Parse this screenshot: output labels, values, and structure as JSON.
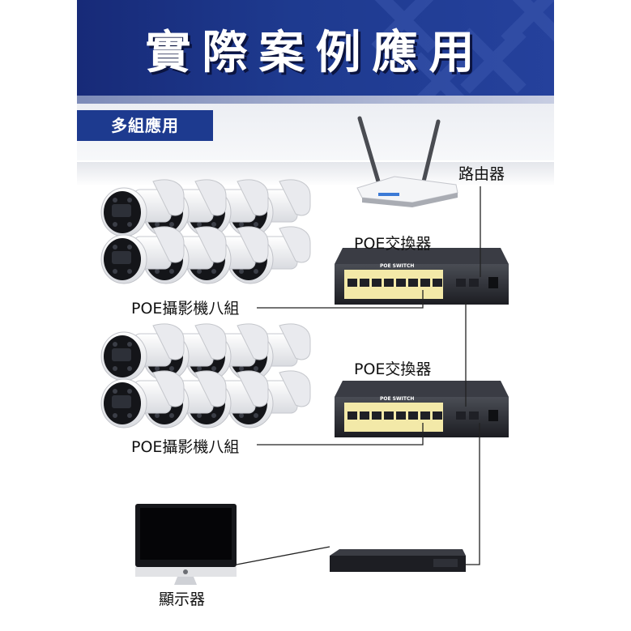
{
  "banner": {
    "title": "實際案例應用"
  },
  "section": {
    "tag": "多組應用"
  },
  "labels": {
    "router": "路由器",
    "switch_top": "POE交換器",
    "switch_bottom": "POE交換器",
    "cameras_top": "POE攝影機八組",
    "cameras_bottom": "POE攝影機八組",
    "monitor": "顯示器"
  },
  "devices": {
    "switch_brand": "POE SWITCH",
    "camera_count_per_group": 8
  },
  "colors": {
    "banner": "#1d3a8f",
    "accent": "#1d3a8f",
    "line": "#222222",
    "switch_ports": "#f3e9a8"
  },
  "icons": [
    "router-icon",
    "poe-switch-icon",
    "camera-icon",
    "monitor-icon",
    "nvr-icon",
    "apple-logo-icon"
  ]
}
